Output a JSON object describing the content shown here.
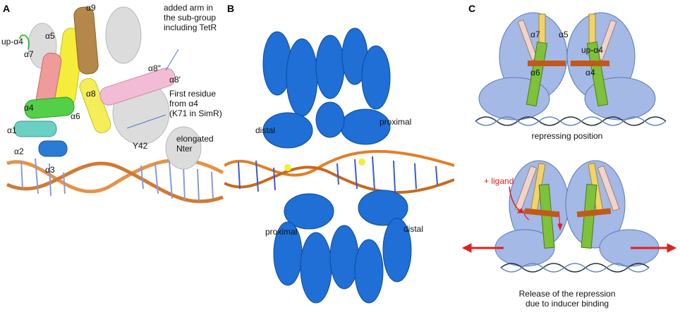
{
  "panel_a": {
    "label": "A",
    "helix_labels": {
      "a9": "α9",
      "a5": "α5",
      "up_a4": "up-α4",
      "a7": "α7",
      "a8pp": "α8″",
      "a8p": "α8′",
      "a8": "α8",
      "a4": "α4",
      "a6": "α6",
      "a1": "α1",
      "a2": "α2",
      "a3": "α3",
      "y42": "Y42"
    },
    "annotations": {
      "added_arm": [
        "added arm in",
        "the sub-group",
        "including TetR"
      ],
      "first_residue": [
        "First residue",
        "from α4",
        "(K71 in SimR)"
      ],
      "elongated": [
        "elongated",
        "Nter"
      ]
    }
  },
  "panel_b": {
    "label": "B",
    "distal_top": "distal",
    "proximal_top": "proximal",
    "proximal_bottom": "proximal",
    "distal_bottom": "distal"
  },
  "panel_c": {
    "label": "C",
    "top_labels": {
      "a7": "α7",
      "a5": "α5",
      "up_a4": "up-α4",
      "a6": "α6",
      "a4": "α4"
    },
    "repressing": "repressing position",
    "ligand": "+ ligand",
    "release": [
      "Release of the repression",
      "due to inducer binding"
    ]
  },
  "colors": {
    "protein_blue": "#1f6fd6",
    "dna_orange": "#e07f2a",
    "domain_fill": "#a4b9e5",
    "helix_green": "#7ec13a",
    "helix_yellow": "#f2d36b",
    "helix_pink": "#f0d4cc",
    "helix_orange": "#c05a1a",
    "arrow_red": "#e02020"
  }
}
